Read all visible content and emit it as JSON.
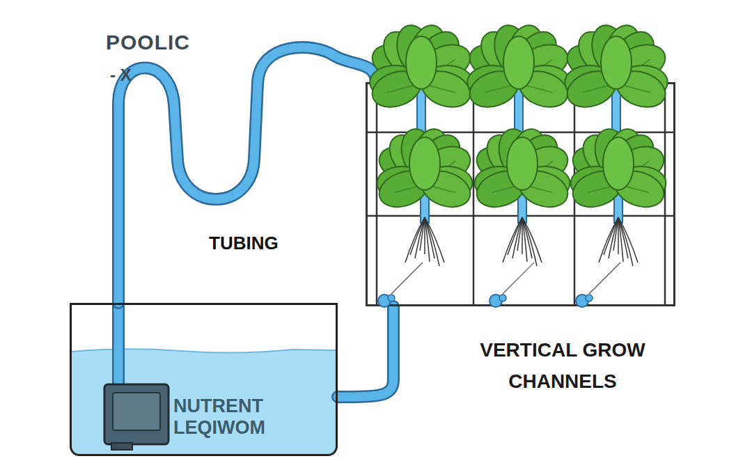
{
  "diagram": {
    "nodes": [
      {
        "text": [
          "NUTRENT LEQIWOM"
        ]
      },
      {
        "text": [
          "VERTICAL GROW CHANNELS"
        ]
      }
    ],
    "edges": [
      {
        "from": 0,
        "to": 1,
        "arrow": "none"
      },
      {
        "from": 1,
        "to": 0,
        "arrow": "none"
      }
    ],
    "labels": [
      "POOLIC",
      "- X",
      "TUBING"
    ]
  }
}
